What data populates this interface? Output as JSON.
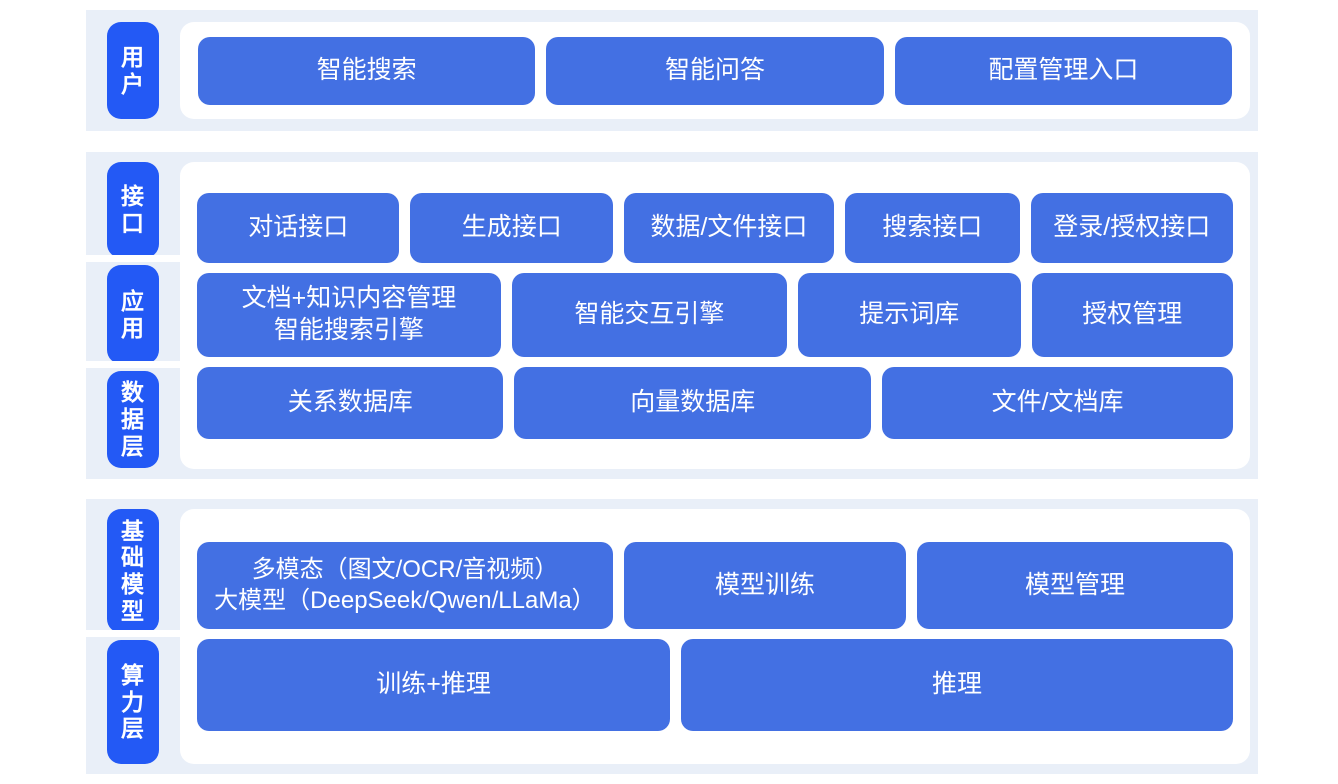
{
  "colors": {
    "page_background": "#ffffff",
    "band_background": "#e9eff8",
    "card_background": "#ffffff",
    "tab_blue": "#2359f5",
    "box_blue": "#4370e3",
    "text_on_blue": "#ffffff"
  },
  "sections": [
    {
      "id": "user",
      "tabs": [
        {
          "label": "用户",
          "chars": [
            "用",
            "户"
          ]
        }
      ],
      "rows": [
        {
          "id": "user-entries",
          "boxes": [
            {
              "label": "智能搜索",
              "flex": 1
            },
            {
              "label": "智能问答",
              "flex": 1
            },
            {
              "label": "配置管理入口",
              "flex": 1
            }
          ]
        }
      ]
    },
    {
      "id": "middle",
      "tabs": [
        {
          "label": "接口",
          "chars": [
            "接",
            "口"
          ]
        },
        {
          "label": "应用",
          "chars": [
            "应",
            "用"
          ]
        },
        {
          "label": "数据层",
          "chars": [
            "数",
            "据",
            "层"
          ]
        }
      ],
      "rows": [
        {
          "id": "interface",
          "boxes": [
            {
              "label": "对话接口",
              "flex": 205
            },
            {
              "label": "生成接口",
              "flex": 205
            },
            {
              "label": "数据/文件接口",
              "flex": 213
            },
            {
              "label": "搜索接口",
              "flex": 175
            },
            {
              "label": "登录/授权接口",
              "flex": 205
            }
          ]
        },
        {
          "id": "application",
          "boxes": [
            {
              "label": "文档+知识内容管理\n智能搜索引擎",
              "flex": 305
            },
            {
              "label": "智能交互引擎",
              "flex": 275
            },
            {
              "label": "提示词库",
              "flex": 220
            },
            {
              "label": "授权管理",
              "flex": 198
            }
          ]
        },
        {
          "id": "data",
          "boxes": [
            {
              "label": "关系数据库",
              "flex": 305
            },
            {
              "label": "向量数据库",
              "flex": 357
            },
            {
              "label": "文件/文档库",
              "flex": 351
            }
          ]
        }
      ]
    },
    {
      "id": "base",
      "tabs": [
        {
          "label": "基础模型",
          "chars": [
            "基",
            "础",
            "模",
            "型"
          ]
        },
        {
          "label": "算力层",
          "chars": [
            "算",
            "力",
            "层"
          ]
        }
      ],
      "rows": [
        {
          "id": "model",
          "boxes": [
            {
              "label": "多模态（图文/OCR/音视频）\n大模型（DeepSeek/Qwen/LLaMa）",
              "flex": 396
            },
            {
              "label": "模型训练",
              "flex": 265
            },
            {
              "label": "模型管理",
              "flex": 298
            }
          ]
        },
        {
          "id": "power",
          "boxes": [
            {
              "label": "训练+推理",
              "flex": 462
            },
            {
              "label": "推理",
              "flex": 541
            }
          ]
        }
      ]
    }
  ]
}
